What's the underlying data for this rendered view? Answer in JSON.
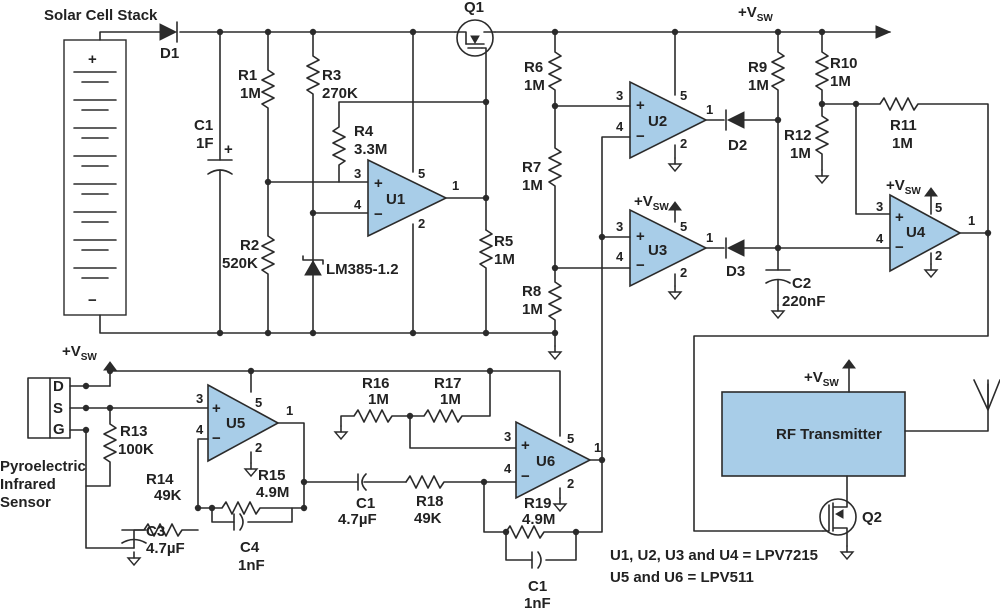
{
  "labels": {
    "solar": "Solar Cell Stack",
    "d1": "D1",
    "q1": "Q1",
    "vsw_top": "+V",
    "vsw_sub": "SW",
    "r1": "R1",
    "r1v": "1M",
    "r3": "R3",
    "r3v": "270K",
    "r4": "R4",
    "r4v": "3.3M",
    "c1a": "C1",
    "c1av": "1F",
    "r2": "R2",
    "r2v": "520K",
    "lm385": "LM385-1.2",
    "u1": "U1",
    "r5": "R5",
    "r5v": "1M",
    "r6": "R6",
    "r6v": "1M",
    "r7": "R7",
    "r7v": "1M",
    "r8": "R8",
    "r8v": "1M",
    "u2": "U2",
    "u3": "U3",
    "d2": "D2",
    "d3": "D3",
    "r9": "R9",
    "r9v": "1M",
    "r10": "R10",
    "r10v": "1M",
    "r11": "R11",
    "r11v": "1M",
    "r12": "R12",
    "r12v": "1M",
    "c2": "C2",
    "c2v": "220nF",
    "u4": "U4",
    "rf": "RF Transmitter",
    "q2": "Q2",
    "pyro1": "Pyroelectric",
    "pyro2": "Infrared",
    "pyro3": "Sensor",
    "d": "D",
    "s": "S",
    "g": "G",
    "r13": "R13",
    "r13v": "100K",
    "u5": "U5",
    "r14": "R14",
    "r14v": "49K",
    "r15": "R15",
    "r15v": "4.9M",
    "c3": "C3",
    "c3v": "4.7µF",
    "c4": "C4",
    "c4v": "1nF",
    "c1b": "C1",
    "c1bv": "4.7µF",
    "r16": "R16",
    "r16v": "1M",
    "r17": "R17",
    "r17v": "1M",
    "r18": "R18",
    "r18v": "49K",
    "u6": "U6",
    "r19": "R19",
    "r19v": "4.9M",
    "c1c": "C1",
    "c1cv": "1nF",
    "note1": "U1, U2, U3 and U4 = LPV7215",
    "note2": "U5 and U6 = LPV511",
    "plus": "+",
    "minus": "−",
    "p1": "1",
    "p2": "2",
    "p3": "3",
    "p4": "4",
    "p5": "5"
  },
  "colors": {
    "fill": "#a8cde8",
    "wire": "#2b2b2b"
  }
}
